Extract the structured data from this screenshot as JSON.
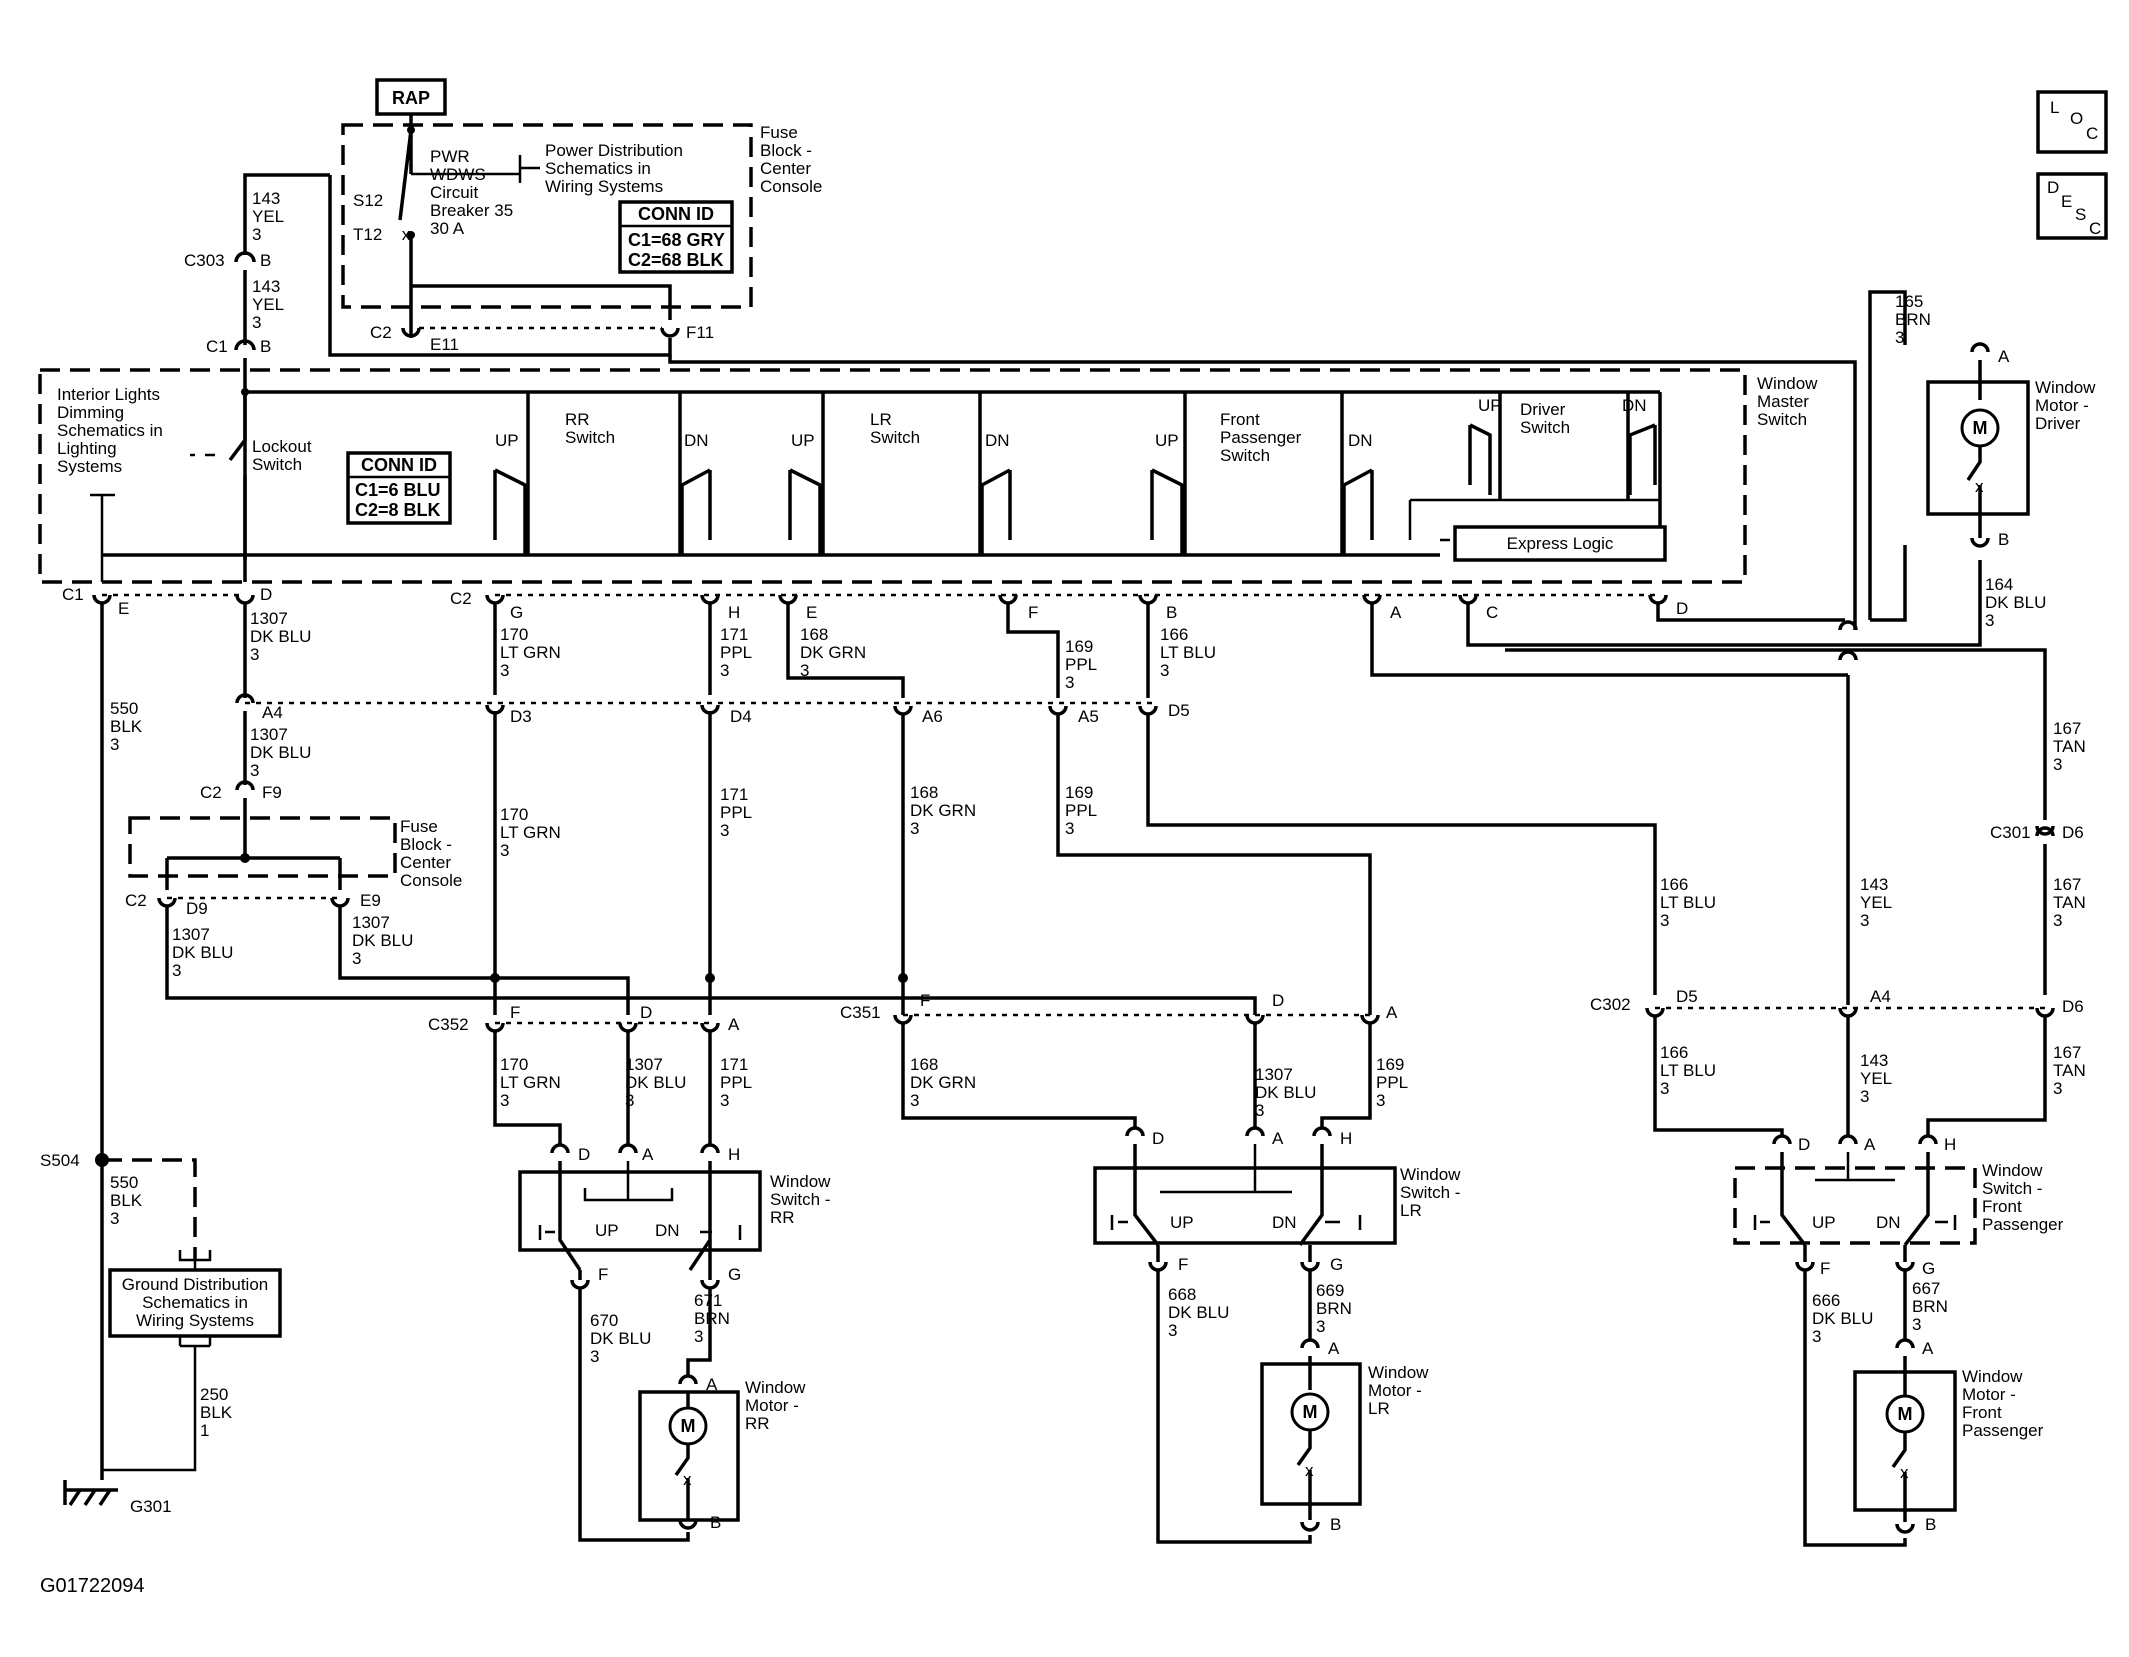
{
  "header": {
    "rap": "RAP",
    "loc": [
      "L",
      "O",
      "C"
    ],
    "desc": [
      "D",
      "E",
      "S",
      "C"
    ]
  },
  "fuse_block": {
    "label": [
      "Fuse",
      "Block -",
      "Center",
      "Console"
    ],
    "power_dist": [
      "Power Distribution",
      "Schematics in",
      "Wiring Systems"
    ],
    "breaker": [
      "PWR",
      "WDWS",
      "Circuit",
      "Breaker 35",
      "30 A"
    ],
    "s12": "S12",
    "t12": "T12",
    "conn_title": "CONN ID",
    "conn_lines": [
      "C1=68 GRY",
      "C2=68 BLK"
    ],
    "c2": "C2",
    "e11": "E11",
    "f11": "F11"
  },
  "left_feed": {
    "w143a": [
      "143",
      "YEL",
      "3"
    ],
    "c303": "C303",
    "pin_b": "B",
    "w143b": [
      "143",
      "YEL",
      "3"
    ],
    "c1": "C1"
  },
  "master": {
    "title": [
      "Window",
      "Master",
      "Switch"
    ],
    "interior": [
      "Interior Lights",
      "Dimming",
      "Schematics in",
      "Lighting",
      "Systems"
    ],
    "lockout": [
      "Lockout",
      "Switch"
    ],
    "conn_title": "CONN ID",
    "conn_lines": [
      "C1=6 BLU",
      "C2=8 BLK"
    ],
    "up": "UP",
    "dn": "DN",
    "rr_switch": [
      "RR",
      "Switch"
    ],
    "lr_switch": [
      "LR",
      "Switch"
    ],
    "fp_switch": [
      "Front",
      "Passenger",
      "Switch"
    ],
    "driver_switch": [
      "Driver",
      "Switch"
    ],
    "express": "Express Logic",
    "c1": "C1",
    "c2": "C2",
    "pins": {
      "e": "E",
      "d": "D",
      "g": "G",
      "h": "H",
      "e2": "E",
      "f": "F",
      "b": "B",
      "a": "A",
      "c": "C",
      "d2": "D"
    }
  },
  "wires": {
    "w550a": [
      "550",
      "BLK",
      "3"
    ],
    "w1307a": [
      "1307",
      "DK BLU",
      "3"
    ],
    "w170a": [
      "170",
      "LT GRN",
      "3"
    ],
    "w171a": [
      "171",
      "PPL",
      "3"
    ],
    "w168a": [
      "168",
      "DK GRN",
      "3"
    ],
    "w169a": [
      "169",
      "PPL",
      "3"
    ],
    "w166a": [
      "166",
      "LT BLU",
      "3"
    ],
    "w1307b": [
      "1307",
      "DK BLU",
      "3"
    ],
    "w170b": [
      "170",
      "LT GRN",
      "3"
    ],
    "w171b": [
      "171",
      "PPL",
      "3"
    ],
    "w168b": [
      "168",
      "DK GRN",
      "3"
    ],
    "w169b": [
      "169",
      "PPL",
      "3"
    ],
    "w166b": [
      "166",
      "LT BLU",
      "3"
    ],
    "w143c": [
      "143",
      "YEL",
      "3"
    ],
    "w167a": [
      "167",
      "TAN",
      "3"
    ],
    "w167b": [
      "167",
      "TAN",
      "3"
    ],
    "w1307c": [
      "1307",
      "DK BLU",
      "3"
    ],
    "w1307d": [
      "1307",
      "DK BLU",
      "3"
    ],
    "w165": [
      "165",
      "BRN",
      "3"
    ],
    "w164": [
      "164",
      "DK BLU",
      "3"
    ],
    "w170c": [
      "170",
      "LT GRN",
      "3"
    ],
    "w1307e": [
      "1307",
      "DK BLU",
      "3"
    ],
    "w171c": [
      "171",
      "PPL",
      "3"
    ],
    "w168c": [
      "168",
      "DK GRN",
      "3"
    ],
    "w1307f": [
      "1307",
      "DK BLU",
      "3"
    ],
    "w169c": [
      "169",
      "PPL",
      "3"
    ],
    "w166c": [
      "166",
      "LT BLU",
      "3"
    ],
    "w143d": [
      "143",
      "YEL",
      "3"
    ],
    "w167c": [
      "167",
      "TAN",
      "3"
    ],
    "w550b": [
      "550",
      "BLK",
      "3"
    ],
    "w250": [
      "250",
      "BLK",
      "1"
    ],
    "w670": [
      "670",
      "DK BLU",
      "3"
    ],
    "w671": [
      "671",
      "BRN",
      "3"
    ],
    "w668": [
      "668",
      "DK BLU",
      "3"
    ],
    "w669": [
      "669",
      "BRN",
      "3"
    ],
    "w666": [
      "666",
      "DK BLU",
      "3"
    ],
    "w667": [
      "667",
      "BRN",
      "3"
    ]
  },
  "connectors": {
    "a4": "A4",
    "d3": "D3",
    "d4": "D4",
    "a6": "A6",
    "a5": "A5",
    "d5": "D5",
    "c2": "C2",
    "f9": "F9",
    "d9": "D9",
    "e9": "E9",
    "c301": "C301",
    "d6": "D6",
    "c352": "C352",
    "f": "F",
    "d": "D",
    "a": "A",
    "c351": "C351",
    "c302": "C302",
    "d5b": "D5",
    "a4b": "A4",
    "d6b": "D6",
    "s504": "S504",
    "g301": "G301",
    "h": "H",
    "b": "B",
    "g": "G"
  },
  "fuse_lower": {
    "label": [
      "Fuse",
      "Block -",
      "Center",
      "Console"
    ]
  },
  "ground_dist": [
    "Ground Distribution",
    "Schematics in",
    "Wiring Systems"
  ],
  "rr": {
    "switch_label": [
      "Window",
      "Switch -",
      "RR"
    ],
    "motor_label": [
      "Window",
      "Motor -",
      "RR"
    ],
    "up": "UP",
    "dn": "DN",
    "m": "M"
  },
  "lr": {
    "switch_label": [
      "Window",
      "Switch -",
      "LR"
    ],
    "motor_label": [
      "Window",
      "Motor -",
      "LR"
    ],
    "up": "UP",
    "dn": "DN",
    "m": "M"
  },
  "fp": {
    "switch_label": [
      "Window",
      "Switch -",
      "Front",
      "Passenger"
    ],
    "motor_label": [
      "Window",
      "Motor -",
      "Front",
      "Passenger"
    ],
    "up": "UP",
    "dn": "DN",
    "m": "M"
  },
  "driver_motor": {
    "label": [
      "Window",
      "Motor -",
      "Driver"
    ],
    "m": "M",
    "pin_a": "A",
    "pin_b": "B"
  },
  "footer_id": "G01722094"
}
